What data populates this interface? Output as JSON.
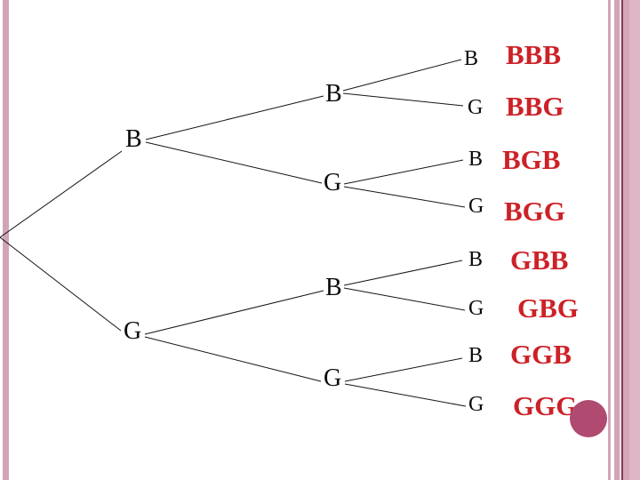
{
  "colors": {
    "outcome_red": "#cc2127",
    "stripe_pink": "#d2a4b8",
    "stripe_dark": "#7c3d56",
    "circle_rose": "#b04a70",
    "node_black": "#0b0b0b"
  },
  "tree": {
    "level1": [
      {
        "label": "B"
      },
      {
        "label": "G"
      }
    ],
    "level2": [
      {
        "label": "B"
      },
      {
        "label": "G"
      },
      {
        "label": "B"
      },
      {
        "label": "G"
      }
    ],
    "level3": [
      {
        "label": "B"
      },
      {
        "label": "G"
      },
      {
        "label": "B"
      },
      {
        "label": "G"
      },
      {
        "label": "B"
      },
      {
        "label": "G"
      },
      {
        "label": "B"
      },
      {
        "label": "G"
      }
    ],
    "outcomes": [
      {
        "label": "BBB"
      },
      {
        "label": "BBG"
      },
      {
        "label": "BGB"
      },
      {
        "label": "BGG"
      },
      {
        "label": "GBB"
      },
      {
        "label": "GBG"
      },
      {
        "label": "GGB"
      },
      {
        "label": "GGG"
      }
    ]
  }
}
